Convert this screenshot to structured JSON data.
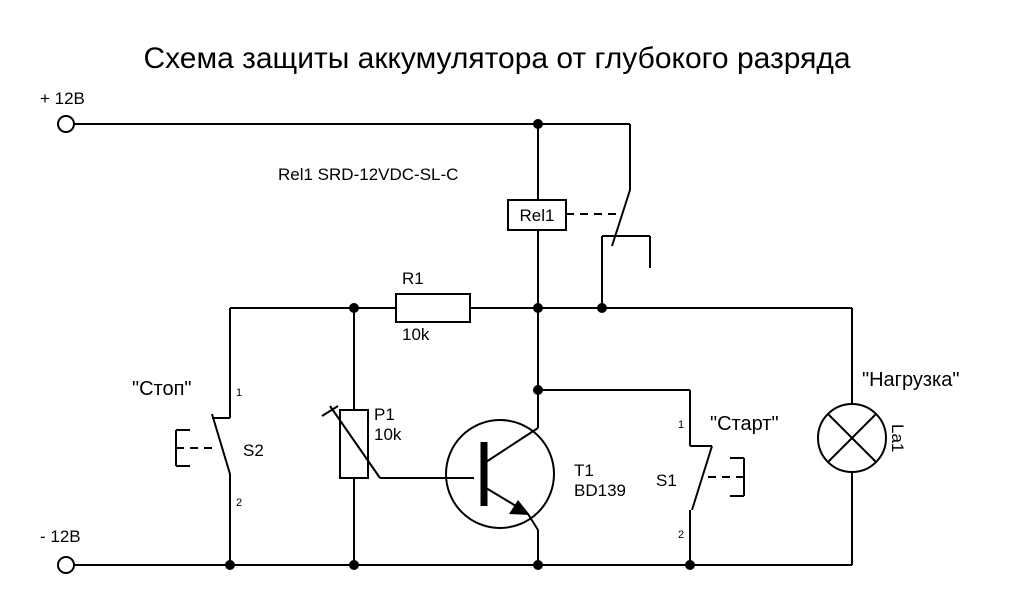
{
  "title": "Схема защиты аккумулятора от глубокого разряда",
  "terminals": {
    "plus": "+ 12B",
    "minus": "- 12B"
  },
  "relay": {
    "model": "Rel1  SRD-12VDC-SL-C",
    "box_label": "Rel1"
  },
  "r1": {
    "ref": "R1",
    "value": "10k"
  },
  "p1": {
    "ref": "P1",
    "value": "10k"
  },
  "t1": {
    "ref": "T1",
    "model": "BD139"
  },
  "s1": {
    "ref": "S1",
    "name": "\"Старт\"",
    "pin1": "1",
    "pin2": "2"
  },
  "s2": {
    "ref": "S2",
    "name": "\"Стоп\"",
    "pin1": "1",
    "pin2": "2"
  },
  "load": {
    "ref": "La1",
    "name": "\"Нагрузка\""
  }
}
